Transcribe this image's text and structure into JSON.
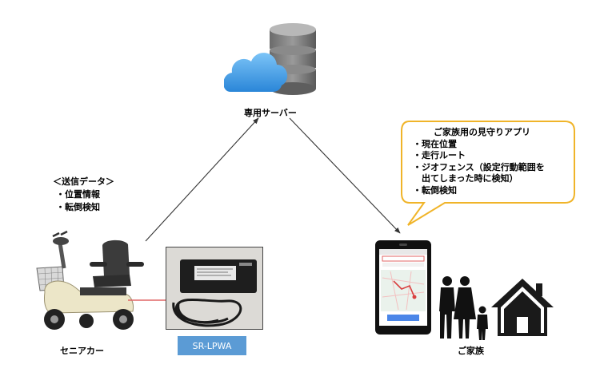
{
  "server": {
    "label": "専用サーバー"
  },
  "scooter": {
    "label": "セニアカー"
  },
  "device": {
    "label": "SR-LPWA"
  },
  "family": {
    "label": "ご家族"
  },
  "send_data": {
    "title": "＜送信データ＞",
    "items": [
      "・位置情報",
      "・転倒検知"
    ]
  },
  "app_bubble": {
    "title": "ご家族用の見守りアプリ",
    "lines": [
      "・現在位置",
      "・走行ルート",
      "・ジオフェンス（設定行動範囲を",
      "　出てしまった時に検知）",
      "・転倒検知"
    ],
    "border_color": "#f0b429"
  },
  "colors": {
    "cloud": "#4aa3e8",
    "badge": "#5b9bd5",
    "house": "#1a1a1a"
  }
}
